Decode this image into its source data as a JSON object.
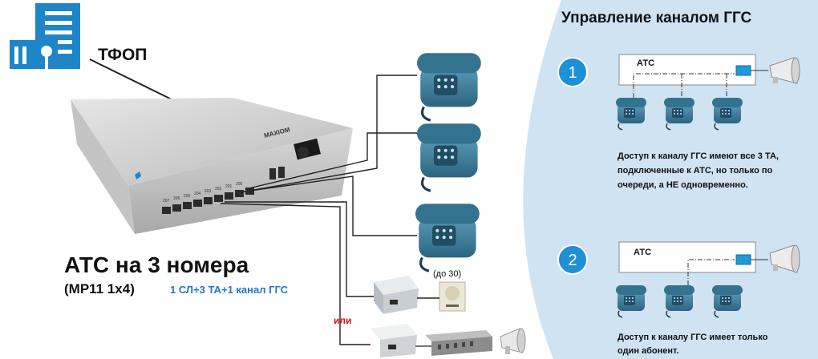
{
  "left": {
    "pstn_label": "ТФОП",
    "title": "АТС на 3 номера",
    "model": "(МР11 1х4)",
    "config": "1 СЛ+3 ТА+1 канал ГГС",
    "up_to": "(до 30)",
    "or_label": "или",
    "device_brand": "MAXIOM",
    "port_labels": [
      "207",
      "206",
      "205",
      "204",
      "203",
      "202",
      "201",
      "200"
    ]
  },
  "right": {
    "header": "Управление каналом ГГС",
    "scenarios": [
      {
        "number": "1",
        "pbx_label": "АТС",
        "lines": [
          "Доступ к каналу ГГС имеют все 3 ТА,",
          "подключенные к АТС, но только по",
          "очереди, а НЕ одновременно."
        ]
      },
      {
        "number": "2",
        "pbx_label": "АТС",
        "lines": [
          "Доступ к каналу ГГС имеет только",
          "один абонент."
        ]
      }
    ]
  },
  "colors": {
    "panel_bg": "#cfe3f3",
    "number_circle": "#1f8fd6",
    "config_text": "#1f78c8",
    "or_text": "#d01818",
    "phone_body": "#3e7f9c",
    "building": "#1e86c8",
    "amp_blue": "#1e9ad6"
  }
}
